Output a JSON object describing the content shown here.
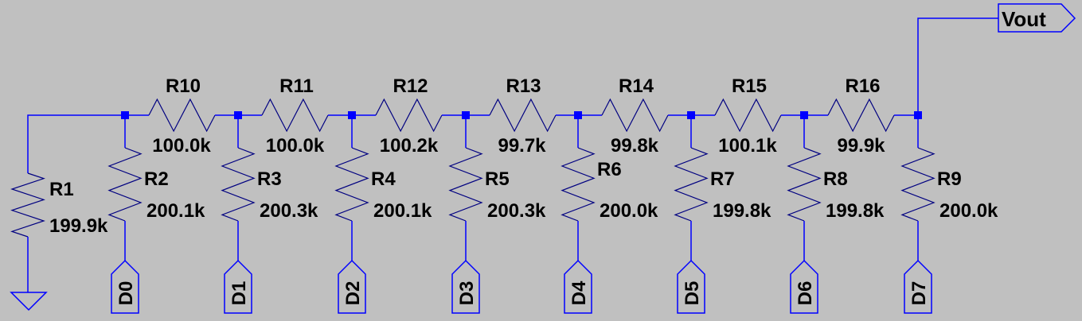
{
  "schematic": {
    "output_label": "Vout",
    "ground": {
      "name": "R1",
      "value": "199.9k"
    },
    "series_resistors": [
      {
        "name": "R10",
        "value": "100.0k"
      },
      {
        "name": "R11",
        "value": "100.0k"
      },
      {
        "name": "R12",
        "value": "100.2k"
      },
      {
        "name": "R13",
        "value": "99.7k"
      },
      {
        "name": "R14",
        "value": "99.8k"
      },
      {
        "name": "R15",
        "value": "100.1k"
      },
      {
        "name": "R16",
        "value": "99.9k"
      }
    ],
    "shunt_resistors": [
      {
        "name": "R2",
        "value": "200.1k",
        "pin": "D0"
      },
      {
        "name": "R3",
        "value": "200.3k",
        "pin": "D1"
      },
      {
        "name": "R4",
        "value": "200.1k",
        "pin": "D2"
      },
      {
        "name": "R5",
        "value": "200.3k",
        "pin": "D3"
      },
      {
        "name": "R6",
        "value": "200.0k",
        "pin": "D4"
      },
      {
        "name": "R7",
        "value": "199.8k",
        "pin": "D5"
      },
      {
        "name": "R8",
        "value": "199.8k",
        "pin": "D6"
      },
      {
        "name": "R9",
        "value": "200.0k",
        "pin": "D7"
      }
    ],
    "colors": {
      "wire": "#0000ff",
      "resistor": "#000080",
      "background": "#c0c0c0",
      "text": "#000000"
    }
  }
}
